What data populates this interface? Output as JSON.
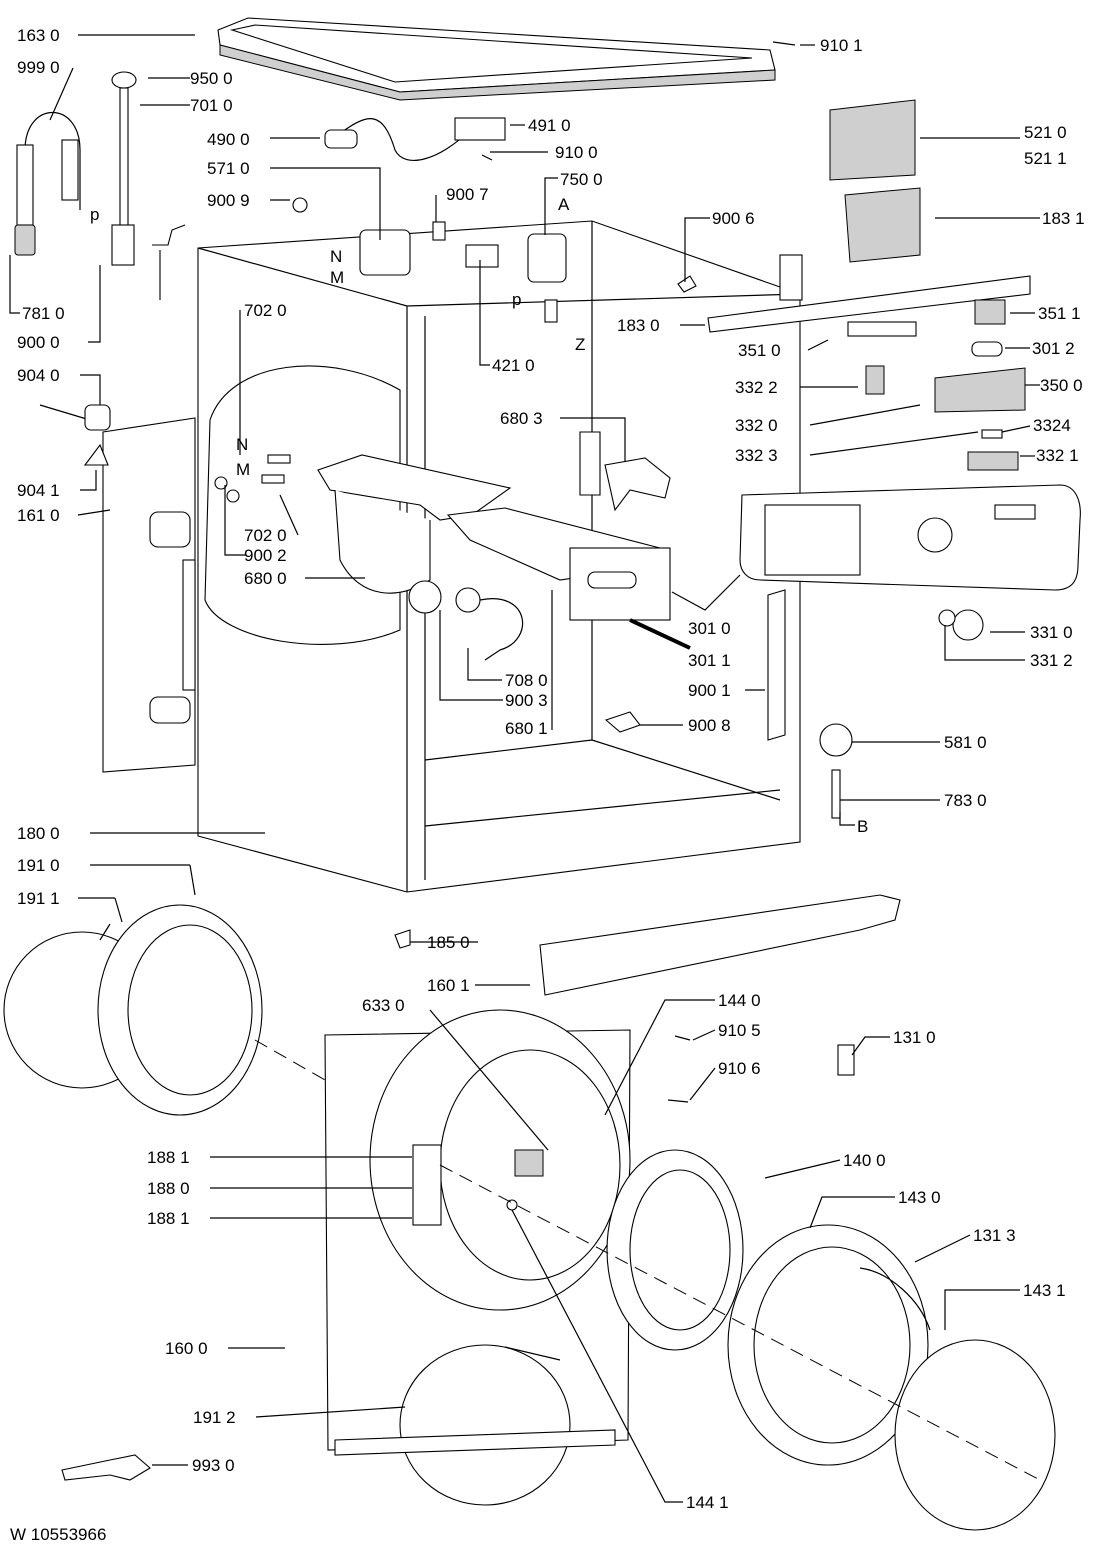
{
  "document_id": "W 10553966",
  "letters": {
    "N1": "N",
    "M1": "M",
    "N2": "N",
    "M2": "M",
    "A": "A",
    "p1": "p",
    "p2": "p",
    "Z": "Z",
    "B": "B"
  },
  "labels": [
    {
      "id": "l1630",
      "text": "163 0"
    },
    {
      "id": "l9990",
      "text": "999 0"
    },
    {
      "id": "l9500",
      "text": "950 0"
    },
    {
      "id": "l7010",
      "text": "701 0"
    },
    {
      "id": "l4900",
      "text": "490 0"
    },
    {
      "id": "l4910",
      "text": "491 0"
    },
    {
      "id": "l9100",
      "text": "910 0"
    },
    {
      "id": "l5710",
      "text": "571 0"
    },
    {
      "id": "l7500",
      "text": "750 0"
    },
    {
      "id": "l9009",
      "text": "900 9"
    },
    {
      "id": "l9007",
      "text": "900 7"
    },
    {
      "id": "l9101",
      "text": "910 1"
    },
    {
      "id": "l5210",
      "text": "521 0"
    },
    {
      "id": "l5211",
      "text": "521 1"
    },
    {
      "id": "l1831",
      "text": "183 1"
    },
    {
      "id": "l9006",
      "text": "900 6"
    },
    {
      "id": "l7810",
      "text": "781 0"
    },
    {
      "id": "l9000",
      "text": "900 0"
    },
    {
      "id": "l7020a",
      "text": "702 0"
    },
    {
      "id": "l4210",
      "text": "421 0"
    },
    {
      "id": "l1830",
      "text": "183 0"
    },
    {
      "id": "l3511",
      "text": "351 1"
    },
    {
      "id": "l3510",
      "text": "351 0"
    },
    {
      "id": "l3012",
      "text": "301 2"
    },
    {
      "id": "l9040",
      "text": "904 0"
    },
    {
      "id": "l3322",
      "text": "332 2"
    },
    {
      "id": "l3500",
      "text": "350 0"
    },
    {
      "id": "l6803",
      "text": "680 3"
    },
    {
      "id": "l3320",
      "text": "332 0"
    },
    {
      "id": "l3324",
      "text": "3324"
    },
    {
      "id": "l3323",
      "text": "332 3"
    },
    {
      "id": "l3321",
      "text": "332 1"
    },
    {
      "id": "l9041",
      "text": "904 1"
    },
    {
      "id": "l1610",
      "text": "161 0"
    },
    {
      "id": "l7020b",
      "text": "702 0"
    },
    {
      "id": "l9002",
      "text": "900 2"
    },
    {
      "id": "l6800",
      "text": "680 0"
    },
    {
      "id": "l3010",
      "text": "301 0"
    },
    {
      "id": "l3310",
      "text": "331 0"
    },
    {
      "id": "l3011",
      "text": "301 1"
    },
    {
      "id": "l3312",
      "text": "331 2"
    },
    {
      "id": "l7080",
      "text": "708 0"
    },
    {
      "id": "l9003",
      "text": "900 3"
    },
    {
      "id": "l9001",
      "text": "900 1"
    },
    {
      "id": "l6801",
      "text": "680 1"
    },
    {
      "id": "l9008",
      "text": "900 8"
    },
    {
      "id": "l5810",
      "text": "581 0"
    },
    {
      "id": "l7830",
      "text": "783 0"
    },
    {
      "id": "l1800",
      "text": "180 0"
    },
    {
      "id": "l1910",
      "text": "191 0"
    },
    {
      "id": "l1911",
      "text": "191 1"
    },
    {
      "id": "l1850",
      "text": "185 0"
    },
    {
      "id": "l1601",
      "text": "160 1"
    },
    {
      "id": "l6330",
      "text": "633 0"
    },
    {
      "id": "l1440",
      "text": "144 0"
    },
    {
      "id": "l9105",
      "text": "910 5"
    },
    {
      "id": "l1310",
      "text": "131 0"
    },
    {
      "id": "l9106",
      "text": "910 6"
    },
    {
      "id": "l1881a",
      "text": "188 1"
    },
    {
      "id": "l1400",
      "text": "140 0"
    },
    {
      "id": "l1880",
      "text": "188 0"
    },
    {
      "id": "l1430",
      "text": "143 0"
    },
    {
      "id": "l1881b",
      "text": "188 1"
    },
    {
      "id": "l1313",
      "text": "131 3"
    },
    {
      "id": "l1431",
      "text": "143 1"
    },
    {
      "id": "l1600",
      "text": "160 0"
    },
    {
      "id": "l1912",
      "text": "191 2"
    },
    {
      "id": "l9930",
      "text": "993 0"
    },
    {
      "id": "l1441",
      "text": "144 1"
    }
  ]
}
